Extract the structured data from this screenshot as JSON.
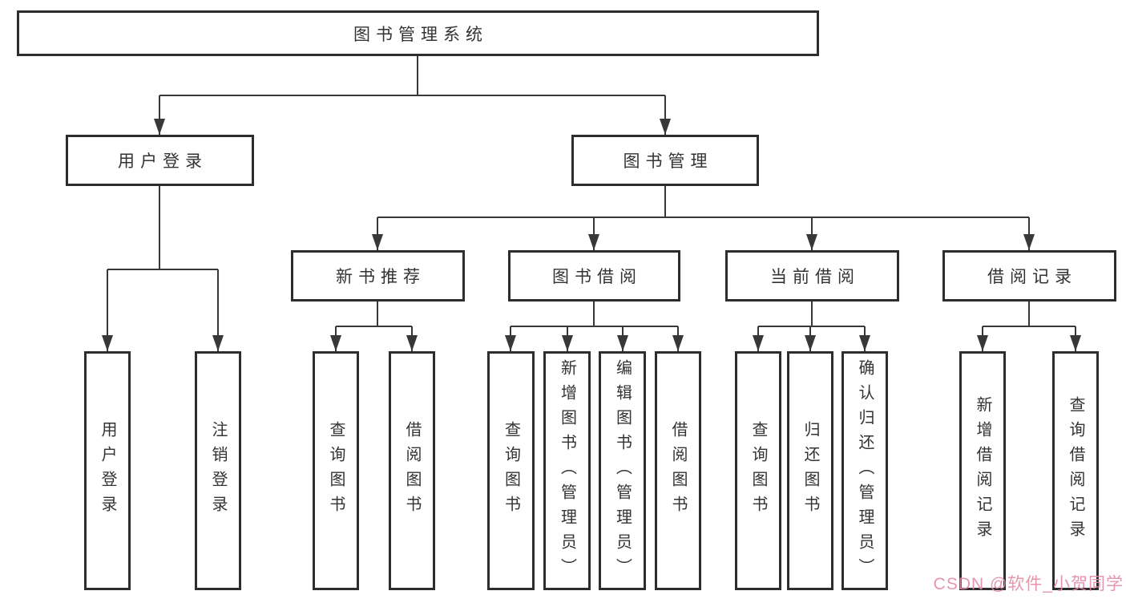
{
  "diagram_title": "图书管理系统",
  "nodes": {
    "root": "图书管理系统",
    "userLogin": "用户登录",
    "bookManagement": "图书管理",
    "newBookRecommend": "新书推荐",
    "bookBorrowing": "图书借阅",
    "currentBorrowing": "当前借阅",
    "borrowingRecords": "借阅记录",
    "leafUserLogin": "用户登录",
    "leafLogoutLogin": "注销登录",
    "nbQueryBooks": "查询图书",
    "nbBorrowBooks": "借阅图书",
    "bbQueryBooks": "查询图书",
    "bbAddBooksAdmin": "新增图书（管理员）",
    "bbEditBooksAdmin": "编辑图书（管理员）",
    "bbBorrowBooks": "借阅图书",
    "cbQueryBooks": "查询图书",
    "cbReturnBooks": "归还图书",
    "cbConfirmReturnAdmin": "确认归还（管理员）",
    "brAddBorrowRecord": "新增借阅记录",
    "brQueryBorrowRecord": "查询借阅记录"
  },
  "hierarchy": {
    "图书管理系统": [
      "用户登录",
      "图书管理"
    ],
    "用户登录": [
      "用户登录",
      "注销登录"
    ],
    "图书管理": [
      "新书推荐",
      "图书借阅",
      "当前借阅",
      "借阅记录"
    ],
    "新书推荐": [
      "查询图书",
      "借阅图书"
    ],
    "图书借阅": [
      "查询图书",
      "新增图书（管理员）",
      "编辑图书（管理员）",
      "借阅图书"
    ],
    "当前借阅": [
      "查询图书",
      "归还图书",
      "确认归还（管理员）"
    ],
    "借阅记录": [
      "新增借阅记录",
      "查询借阅记录"
    ]
  },
  "watermark": "CSDN @软件_小贺同学",
  "colors": {
    "line": "#383838",
    "box_border": "#2d2d2d",
    "text": "#333333",
    "watermark": "#e48ba4",
    "background": "#ffffff"
  }
}
